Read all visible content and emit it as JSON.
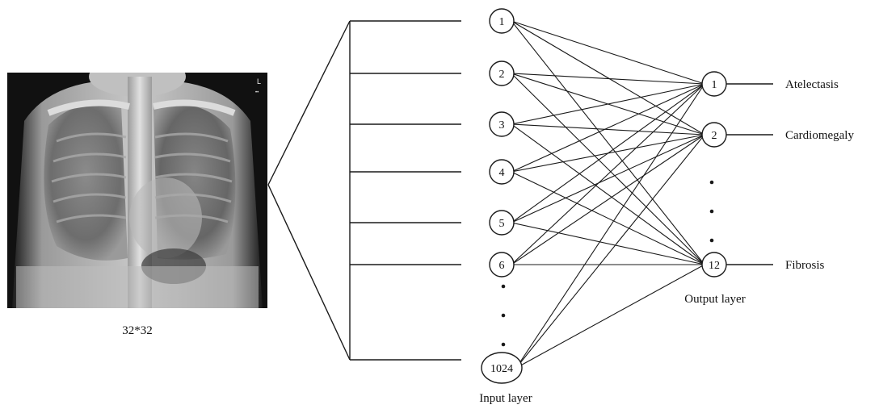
{
  "image": {
    "caption": "32*32",
    "overlay_marks": [
      "L",
      "••"
    ]
  },
  "input_layer": {
    "label": "Input layer",
    "nodes": [
      "1",
      "2",
      "3",
      "4",
      "5",
      "6",
      "1024"
    ],
    "ellipsis": "• • •"
  },
  "output_layer": {
    "label": "Output layer",
    "nodes": [
      "1",
      "2",
      "12"
    ],
    "ellipsis": "• • •"
  },
  "classes": [
    "Atelectasis",
    "Cardiomegaly",
    "Fibrosis"
  ],
  "colors": {
    "line": "#1a1a1a",
    "node_fill": "#ffffff",
    "text": "#111111"
  }
}
